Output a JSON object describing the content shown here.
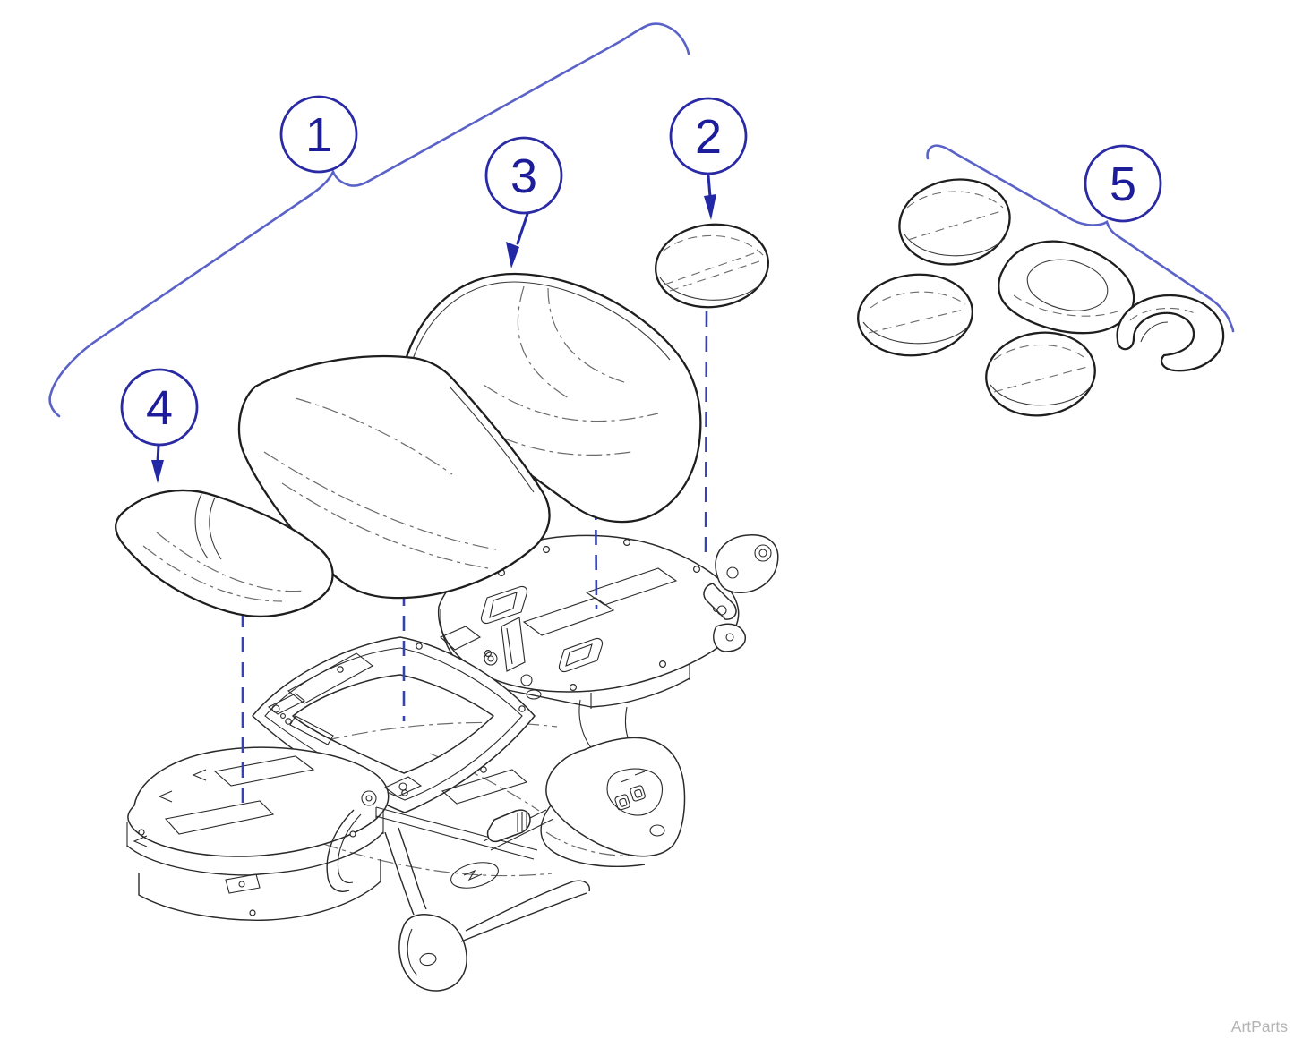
{
  "diagram": {
    "kind": "exploded-parts-diagram",
    "watermark": "ArtParts",
    "colors": {
      "callout_number_blue": "#1d1d99",
      "callout_circle_blue": "#2a2aa4",
      "bracket_blue": "#5a62c8",
      "leader_dash_blue": "#3642ad",
      "line_art_black": "#1e1e1e",
      "hidden_line_gray": "#6b6b6b",
      "watermark_gray": "#b3b3b3",
      "background": "#ffffff"
    },
    "callouts": [
      {
        "label": "1",
        "connector": "bracket",
        "points_to": "upholstery-set"
      },
      {
        "label": "2",
        "connector": "arrow",
        "points_to": "headrest-pad"
      },
      {
        "label": "3",
        "connector": "arrow",
        "points_to": "backrest-cushion"
      },
      {
        "label": "4",
        "connector": "arrow",
        "points_to": "armrest-cushion"
      },
      {
        "label": "5",
        "connector": "bracket",
        "points_to": "accessory-pad-kit"
      }
    ]
  }
}
